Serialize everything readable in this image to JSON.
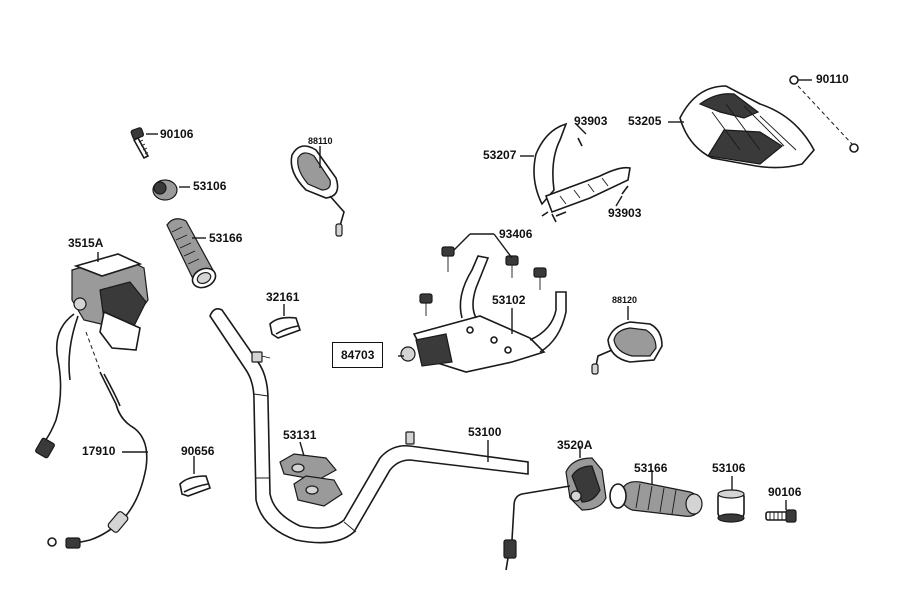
{
  "parts": {
    "p90110": "90110",
    "p90106_top": "90106",
    "p53106_top": "53106",
    "p88110": "88110",
    "p93903_top": "93903",
    "p53205": "53205",
    "p53207": "53207",
    "p93903_bottom": "93903",
    "p53166_top": "53166",
    "p3515A": "3515A",
    "p93406": "93406",
    "p32161": "32161",
    "p53102": "53102",
    "p88120": "88120",
    "p84703": "84703",
    "p53100": "53100",
    "p53131": "53131",
    "p3520A": "3520A",
    "p17910": "17910",
    "p90656": "90656",
    "p53166_bottom": "53166",
    "p53106_bottom": "53106",
    "p90106_bottom": "90106"
  }
}
